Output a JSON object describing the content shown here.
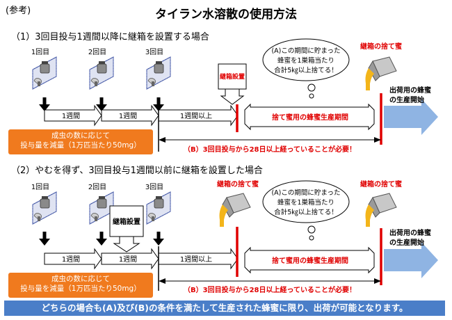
{
  "header_tag": "(参考)",
  "title": "タイラン水溶散の使用方法",
  "section1": {
    "title": "（1）3回目投与1週間以降に継箱を設置する場合",
    "doses": [
      "1回目",
      "2回目",
      "3回目"
    ],
    "arrows": [
      "1週間",
      "1週間",
      "1週間以上"
    ],
    "install_label": "継箱設置",
    "discard_label": "継箱の捨て蜜",
    "cloud_lines": [
      "(A)この期間に貯まった",
      "蜂蜜を1巣箱当たり",
      "合計5㎏以上捨てる！"
    ],
    "period_label": "捨て蜜用の蜂蜜生産期間",
    "shipping_lines": [
      "出荷用の蜂蜜",
      "の生産開始"
    ],
    "orange_lines": [
      "成虫の数に応じて",
      "投与量を減量（1万匹当たり50mg）"
    ],
    "condition_b": "（B）3回目投与から28日以上経っていることが必要！"
  },
  "section2": {
    "title": "（2）やむを得ず、3回目投与1週間以前に継箱を設置した場合",
    "doses": [
      "1回目",
      "2回目",
      "3回目"
    ],
    "arrows": [
      "1週間",
      "1週間",
      "1週間以上"
    ],
    "install_label": "継箱設置",
    "discard_label_left": "継箱の捨て蜜",
    "discard_label_right": "継箱の捨て蜜",
    "cloud_lines": [
      "(A)この期間に貯まった",
      "蜂蜜を1巣箱当たり",
      "合計5㎏以上捨てる！"
    ],
    "period_label": "捨て蜜用の蜂蜜生産期間",
    "shipping_lines": [
      "出荷用の蜂蜜",
      "の生産開始"
    ],
    "orange_lines": [
      "成虫の数に応じて",
      "投与量を減量（1万匹当たり50mg）"
    ],
    "condition_b": "（B）3回目投与から28日以上経っていることが必要！"
  },
  "footer": "どちらの場合も(A)及び(B)の条件を満たして生産された蜂蜜に限り、出荷が可能となります。",
  "colors": {
    "red": "#e00000",
    "orange": "#f07a1e",
    "blue": "#4a7ec8",
    "arrow_blue": "#8fb4e3"
  }
}
